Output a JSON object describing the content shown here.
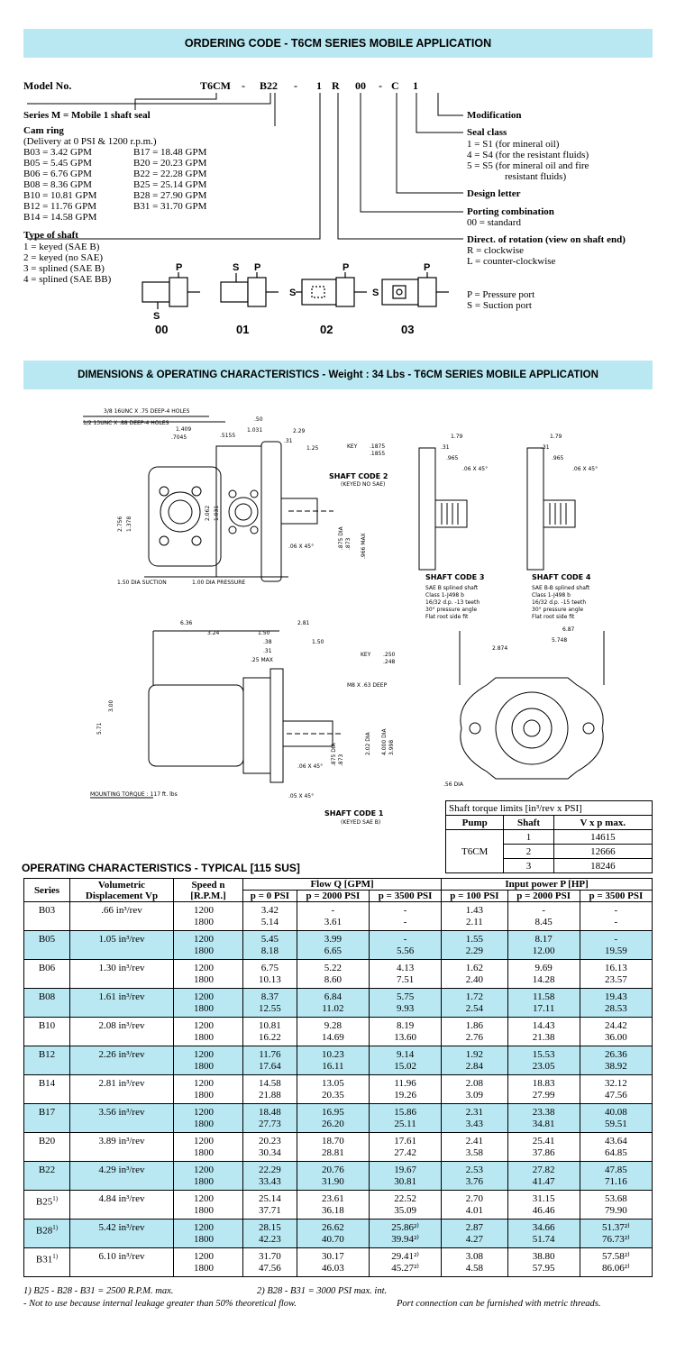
{
  "ordering": {
    "band_title": "ORDERING CODE - T6CM SERIES MOBILE APPLICATION",
    "model_label": "Model No.",
    "model_parts": [
      "T6CM",
      "-",
      "B22",
      "-",
      "1",
      "R",
      "00",
      "-",
      "C",
      "1"
    ],
    "series_line": "Series M = Mobile 1 shaft seal",
    "cam_title": "Cam ring",
    "cam_note": "(Delivery at 0 PSI & 1200 r.p.m.)",
    "cam_col1": [
      "B03 =  3.42 GPM",
      "B05 =  5.45 GPM",
      "B06 =  6.76 GPM",
      "B08 =  8.36 GPM",
      "B10 = 10.81 GPM",
      "B12 = 11.76 GPM",
      "B14 = 14.58 GPM"
    ],
    "cam_col2": [
      "B17 = 18.48 GPM",
      "B20 = 20.23 GPM",
      "B22 = 22.28 GPM",
      "B25 = 25.14 GPM",
      "B28 = 27.90 GPM",
      "B31 = 31.70 GPM"
    ],
    "shaft_title": "Type of shaft",
    "shaft_items": [
      "1 = keyed (SAE B)",
      "2 = keyed (no SAE)",
      "3 = splined (SAE B)",
      "4 = splined (SAE BB)"
    ],
    "modification": "Modification",
    "seal_title": "Seal class",
    "seal_items": [
      "1 = S1 (for mineral oil)",
      "4 = S4 (for the resistant fluids)",
      "5 = S5 (for mineral oil and fire",
      "resistant fluids)"
    ],
    "design_letter": "Design letter",
    "porting_title": "Porting combination",
    "porting_item": "00 = standard",
    "rotation_title": "Direct. of rotation (view on shaft end)",
    "rotation_items": [
      "R = clockwise",
      "L = counter-clockwise"
    ],
    "port_legend": [
      "P = Pressure port",
      "S = Suction port"
    ],
    "port_codes": [
      "00",
      "01",
      "02",
      "03"
    ],
    "port_letters": {
      "p": "P",
      "s": "S"
    }
  },
  "dimensions": {
    "band_title": "DIMENSIONS & OPERATING CHARACTERISTICS - Weight : 34 Lbs - T6CM SERIES MOBILE APPLICATION",
    "labels": {
      "holes1": "3/8 16UNC X .75 DEEP-4 HOLES",
      "holes2": "1/2 13UNC X .88 DEEP-4 HOLES",
      "d1409": "1.409",
      "d7045": ".7045",
      "d50": ".50",
      "d229": "2.29",
      "d1031": "1.031",
      "d5155": ".5155",
      "d31": ".31",
      "d125": "1.25",
      "key": "KEY",
      "key1": ".1875",
      "key2": ".1855",
      "shaft2": "SHAFT CODE 2",
      "shaft2_sub": "(KEYED NO SAE)",
      "d2756": "2.756",
      "d1378": "1.378",
      "d2062": "2.062",
      "d1031b": "1.031",
      "d875": ".875 DIA",
      "d873": ".873",
      "d966": ".966 MAX",
      "d06": ".06 X 45°",
      "suction": "1.50 DIA SUCTION",
      "pressure": "1.00 DIA PRESSURE",
      "s3_179": "1.79",
      "s3_31": ".31",
      "s3_965": ".965",
      "s3_06": ".06 X 45°",
      "s4_179": "1.79",
      "s4_31": ".31",
      "s4_965": ".965",
      "s4_06": ".06 X 45°",
      "shaft3": "SHAFT CODE 3",
      "shaft3_desc": [
        "SAE B splined shaft",
        "Class 1-J498 b",
        "16/32 d.p. -13 teeth",
        "30° pressure angle",
        "Flat root side fit"
      ],
      "shaft4": "SHAFT CODE 4",
      "shaft4_desc": [
        "SAE B-B splined shaft",
        "Class 1-J498 b",
        "16/32 d.p. -15 teeth",
        "30° pressure angle",
        "Flat root side fit"
      ],
      "d636": "6.36",
      "d281": "2.81",
      "d324": "3.24",
      "d150": "1.50",
      "d38": ".38",
      "d150b": "1.50",
      "d31b": ".31",
      "d25": ".25 MAX",
      "key_b": "KEY",
      "k250": ".250",
      "k248": ".248",
      "m8": "M8 X .63 DEEP",
      "d300": "3.00",
      "d571": "5.71",
      "d202": "2.02 DIA",
      "d4000": "4.000 DIA",
      "d3998": "3.998",
      "d875b": ".875 DIA",
      "d873b": ".873",
      "d06b": ".06 X 45°",
      "d05": ".05 X 45°",
      "torque": "MOUNTING TORQUE : 117 ft. lbs",
      "shaft1": "SHAFT CODE 1",
      "shaft1_sub": "(KEYED SAE B)",
      "d687": "6.87",
      "d5748": "5.748",
      "d2874": "2.874",
      "d56": ".56 DIA"
    },
    "torque_table": {
      "title": "Shaft torque limits [in³/rev x PSI]",
      "headers": [
        "Pump",
        "Shaft",
        "V x p max."
      ],
      "pump": "T6CM",
      "rows": [
        [
          "1",
          "14615"
        ],
        [
          "2",
          "12666"
        ],
        [
          "3",
          "18246"
        ]
      ]
    }
  },
  "operating": {
    "title": "OPERATING CHARACTERISTICS - TYPICAL [115 SUS]",
    "headers": {
      "series": "Series",
      "vol": "Volumetric Displacement Vp",
      "speed": "Speed n [R.P.M.]",
      "flow": "Flow Q [GPM]",
      "power": "Input power P [HP]",
      "flow_sub": [
        "p = 0 PSI",
        "p = 2000 PSI",
        "p = 3500 PSI"
      ],
      "power_sub": [
        "p = 100 PSI",
        "p = 2000 PSI",
        "p = 3500 PSI"
      ]
    },
    "rows": [
      {
        "series": "B03",
        "sup": "",
        "vol": ".66 in³/rev",
        "speed": [
          "1200",
          "1800"
        ],
        "q0": [
          "3.42",
          "5.14"
        ],
        "q2000": [
          "-",
          "3.61"
        ],
        "q3500": [
          "-",
          "-"
        ],
        "p100": [
          "1.43",
          "2.11"
        ],
        "p2000": [
          "-",
          "8.45"
        ],
        "p3500": [
          "-",
          "-"
        ]
      },
      {
        "series": "B05",
        "sup": "",
        "vol": "1.05 in³/rev",
        "speed": [
          "1200",
          "1800"
        ],
        "q0": [
          "5.45",
          "8.18"
        ],
        "q2000": [
          "3.99",
          "6.65"
        ],
        "q3500": [
          "-",
          "5.56"
        ],
        "p100": [
          "1.55",
          "2.29"
        ],
        "p2000": [
          "8.17",
          "12.00"
        ],
        "p3500": [
          "-",
          "19.59"
        ]
      },
      {
        "series": "B06",
        "sup": "",
        "vol": "1.30 in³/rev",
        "speed": [
          "1200",
          "1800"
        ],
        "q0": [
          "6.75",
          "10.13"
        ],
        "q2000": [
          "5.22",
          "8.60"
        ],
        "q3500": [
          "4.13",
          "7.51"
        ],
        "p100": [
          "1.62",
          "2.40"
        ],
        "p2000": [
          "9.69",
          "14.28"
        ],
        "p3500": [
          "16.13",
          "23.57"
        ]
      },
      {
        "series": "B08",
        "sup": "",
        "vol": "1.61 in³/rev",
        "speed": [
          "1200",
          "1800"
        ],
        "q0": [
          "8.37",
          "12.55"
        ],
        "q2000": [
          "6.84",
          "11.02"
        ],
        "q3500": [
          "5.75",
          "9.93"
        ],
        "p100": [
          "1.72",
          "2.54"
        ],
        "p2000": [
          "11.58",
          "17.11"
        ],
        "p3500": [
          "19.43",
          "28.53"
        ]
      },
      {
        "series": "B10",
        "sup": "",
        "vol": "2.08 in³/rev",
        "speed": [
          "1200",
          "1800"
        ],
        "q0": [
          "10.81",
          "16.22"
        ],
        "q2000": [
          "9.28",
          "14.69"
        ],
        "q3500": [
          "8.19",
          "13.60"
        ],
        "p100": [
          "1.86",
          "2.76"
        ],
        "p2000": [
          "14.43",
          "21.38"
        ],
        "p3500": [
          "24.42",
          "36.00"
        ]
      },
      {
        "series": "B12",
        "sup": "",
        "vol": "2.26 in³/rev",
        "speed": [
          "1200",
          "1800"
        ],
        "q0": [
          "11.76",
          "17.64"
        ],
        "q2000": [
          "10.23",
          "16.11"
        ],
        "q3500": [
          "9.14",
          "15.02"
        ],
        "p100": [
          "1.92",
          "2.84"
        ],
        "p2000": [
          "15.53",
          "23.05"
        ],
        "p3500": [
          "26.36",
          "38.92"
        ]
      },
      {
        "series": "B14",
        "sup": "",
        "vol": "2.81 in³/rev",
        "speed": [
          "1200",
          "1800"
        ],
        "q0": [
          "14.58",
          "21.88"
        ],
        "q2000": [
          "13.05",
          "20.35"
        ],
        "q3500": [
          "11.96",
          "19.26"
        ],
        "p100": [
          "2.08",
          "3.09"
        ],
        "p2000": [
          "18.83",
          "27.99"
        ],
        "p3500": [
          "32.12",
          "47.56"
        ]
      },
      {
        "series": "B17",
        "sup": "",
        "vol": "3.56 in³/rev",
        "speed": [
          "1200",
          "1800"
        ],
        "q0": [
          "18.48",
          "27.73"
        ],
        "q2000": [
          "16.95",
          "26.20"
        ],
        "q3500": [
          "15.86",
          "25.11"
        ],
        "p100": [
          "2.31",
          "3.43"
        ],
        "p2000": [
          "23.38",
          "34.81"
        ],
        "p3500": [
          "40.08",
          "59.51"
        ]
      },
      {
        "series": "B20",
        "sup": "",
        "vol": "3.89 in³/rev",
        "speed": [
          "1200",
          "1800"
        ],
        "q0": [
          "20.23",
          "30.34"
        ],
        "q2000": [
          "18.70",
          "28.81"
        ],
        "q3500": [
          "17.61",
          "27.42"
        ],
        "p100": [
          "2.41",
          "3.58"
        ],
        "p2000": [
          "25.41",
          "37.86"
        ],
        "p3500": [
          "43.64",
          "64.85"
        ]
      },
      {
        "series": "B22",
        "sup": "",
        "vol": "4.29 in³/rev",
        "speed": [
          "1200",
          "1800"
        ],
        "q0": [
          "22.29",
          "33.43"
        ],
        "q2000": [
          "20.76",
          "31.90"
        ],
        "q3500": [
          "19.67",
          "30.81"
        ],
        "p100": [
          "2.53",
          "3.76"
        ],
        "p2000": [
          "27.82",
          "41.47"
        ],
        "p3500": [
          "47.85",
          "71.16"
        ]
      },
      {
        "series": "B25",
        "sup": "1)",
        "vol": "4.84 in³/rev",
        "speed": [
          "1200",
          "1800"
        ],
        "q0": [
          "25.14",
          "37.71"
        ],
        "q2000": [
          "23.61",
          "36.18"
        ],
        "q3500": [
          "22.52",
          "35.09"
        ],
        "p100": [
          "2.70",
          "4.01"
        ],
        "p2000": [
          "31.15",
          "46.46"
        ],
        "p3500": [
          "53.68",
          "79.90"
        ]
      },
      {
        "series": "B28",
        "sup": "1)",
        "vol": "5.42 in³/rev",
        "speed": [
          "1200",
          "1800"
        ],
        "q0": [
          "28.15",
          "42.23"
        ],
        "q2000": [
          "26.62",
          "40.70"
        ],
        "q3500": [
          "25.86²⁾",
          "39.94²⁾"
        ],
        "p100": [
          "2.87",
          "4.27"
        ],
        "p2000": [
          "34.66",
          "51.74"
        ],
        "p3500": [
          "51.37²⁾",
          "76.73²⁾"
        ]
      },
      {
        "series": "B31",
        "sup": "1)",
        "vol": "6.10 in³/rev",
        "speed": [
          "1200",
          "1800"
        ],
        "q0": [
          "31.70",
          "47.56"
        ],
        "q2000": [
          "30.17",
          "46.03"
        ],
        "q3500": [
          "29.41²⁾",
          "45.27²⁾"
        ],
        "p100": [
          "3.08",
          "4.58"
        ],
        "p2000": [
          "38.80",
          "57.95"
        ],
        "p3500": [
          "57.58²⁾",
          "86.06²⁾"
        ]
      }
    ],
    "footnotes": {
      "f1": "1)  B25 - B28 - B31 = 2500 R.P.M. max.",
      "f2": "2)  B28 - B31 = 3000 PSI max. int.",
      "f3": "- Not to use because internal leakage greater than 50% theoretical flow.",
      "f4": "Port connection can be furnished with metric threads."
    }
  }
}
